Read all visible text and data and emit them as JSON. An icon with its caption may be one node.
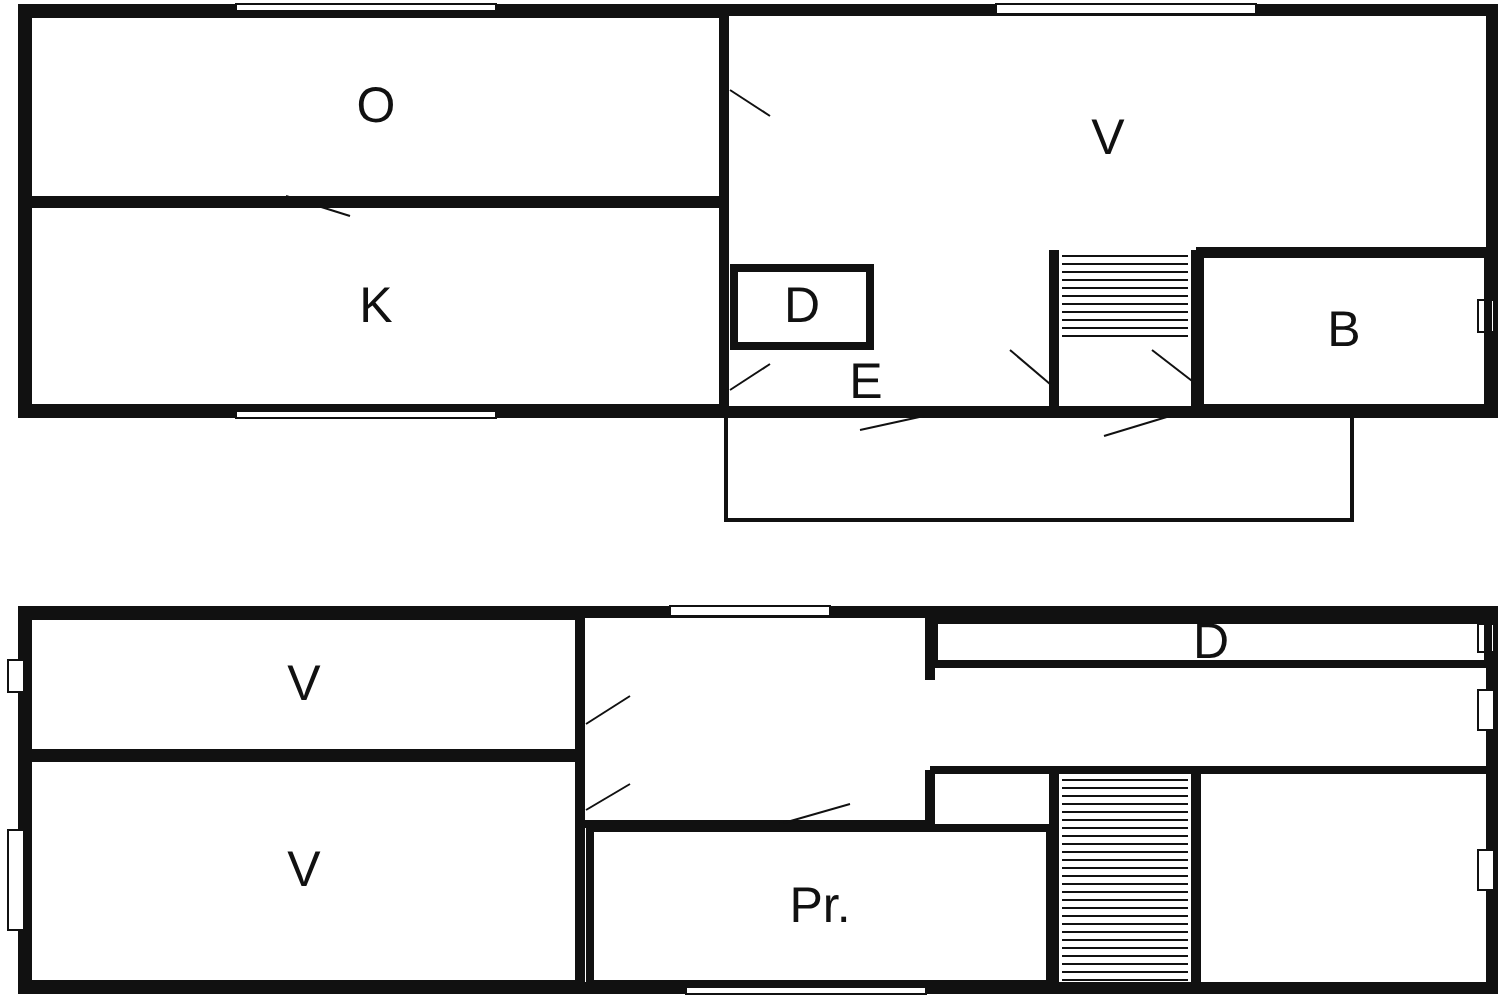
{
  "diagram": {
    "nodes": [
      {
        "text": [
          "O"
        ]
      },
      {
        "text": [
          "V"
        ]
      },
      {
        "text": [
          "K"
        ]
      },
      {
        "text": [
          "D"
        ],
        "in": 1
      },
      {
        "text": [
          "E"
        ],
        "in": 1
      },
      {
        "text": [
          "B"
        ]
      },
      {
        "text": [
          "V"
        ]
      },
      {
        "text": [
          "V"
        ]
      },
      {
        "text": [
          "D"
        ]
      },
      {
        "text": [
          "Pr."
        ]
      }
    ]
  }
}
